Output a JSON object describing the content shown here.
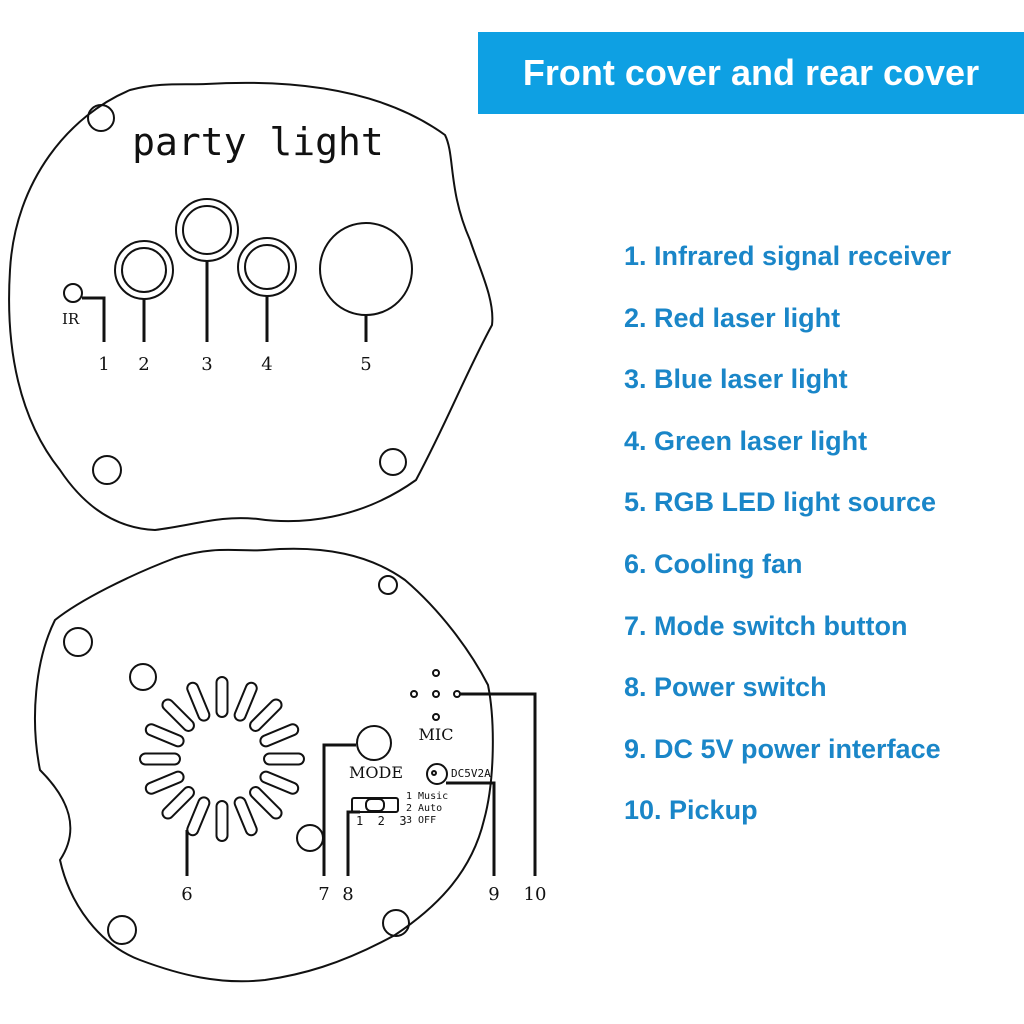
{
  "banner": {
    "title": "Front cover and rear cover"
  },
  "legend": [
    "1. Infrared signal receiver",
    "2. Red laser light",
    "3. Blue laser light",
    "4. Green laser light",
    "5. RGB LED light source",
    "6. Cooling fan",
    "7. Mode switch button",
    "8. Power switch",
    "9. DC 5V power interface",
    "10. Pickup"
  ],
  "front_cover": {
    "title": "party light",
    "ir_label": "IR",
    "callouts": [
      "1",
      "2",
      "3",
      "4",
      "5"
    ]
  },
  "rear_cover": {
    "mic_label": "MIC",
    "mode_label": "MODE",
    "dc_label": "DC5V2A",
    "switch_positions": "1  2  3",
    "switch_options": [
      "1 Music",
      "2 Auto",
      "3 OFF"
    ],
    "callouts": [
      "6",
      "7",
      "8",
      "9",
      "10"
    ]
  },
  "colors": {
    "banner": "#0ea0e3",
    "legend_text": "#1a86c8",
    "line_art": "#111111"
  }
}
